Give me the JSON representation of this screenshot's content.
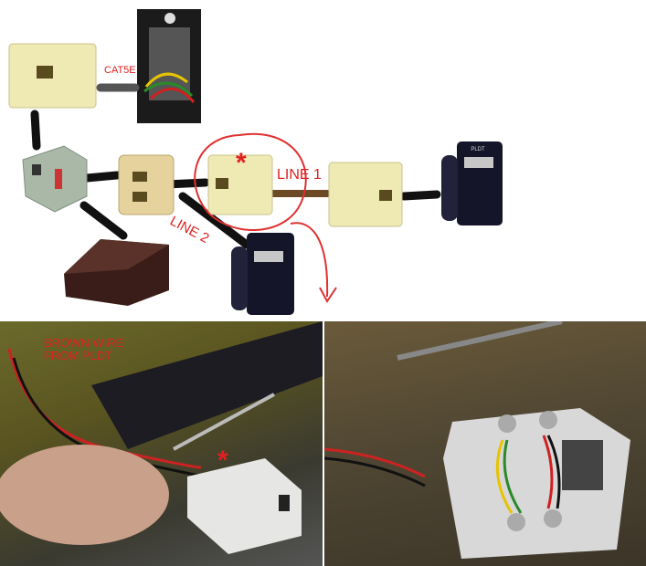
{
  "diagram": {
    "cable_label": "CAT5E",
    "line1_label": "LINE 1",
    "line2_label": "LINE 2",
    "marker": "*",
    "phone_brand": "PLDT"
  },
  "photo_left": {
    "annotation": "BROWN WIRE\nFROM PLDT",
    "marker": "*"
  },
  "colors": {
    "accent": "#e02020",
    "adapter": "#efe9b4",
    "cable": "#111111",
    "cat5e": "#555555",
    "line1": "#6b4a25"
  }
}
